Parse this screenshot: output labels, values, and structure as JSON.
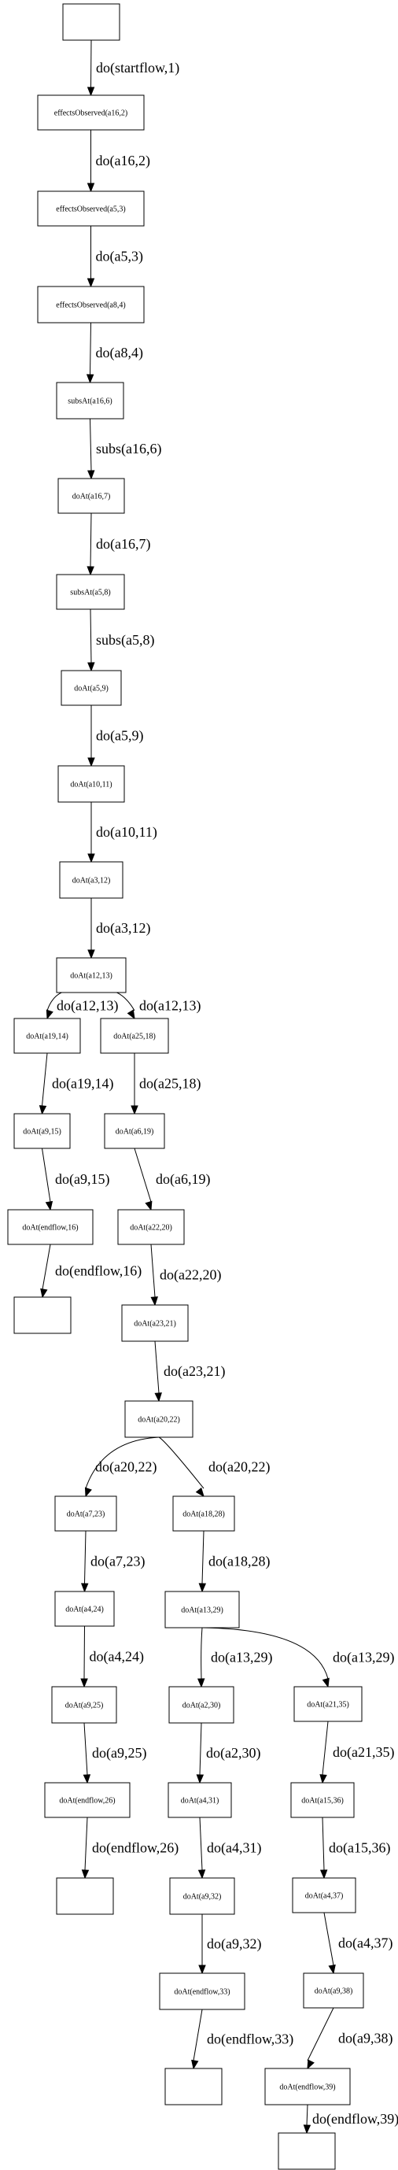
{
  "nodes": [
    {
      "id": "n0",
      "label": ""
    },
    {
      "id": "n1",
      "label": "effectsObserved(a16,2)"
    },
    {
      "id": "n2",
      "label": "effectsObserved(a5,3)"
    },
    {
      "id": "n3",
      "label": "effectsObserved(a8,4)"
    },
    {
      "id": "n4",
      "label": "subsAt(a16,6)"
    },
    {
      "id": "n5",
      "label": "doAt(a16,7)"
    },
    {
      "id": "n6",
      "label": "subsAt(a5,8)"
    },
    {
      "id": "n7",
      "label": "doAt(a5,9)"
    },
    {
      "id": "n8",
      "label": "doAt(a10,11)"
    },
    {
      "id": "n9",
      "label": "doAt(a3,12)"
    },
    {
      "id": "n10",
      "label": "doAt(a12,13)"
    },
    {
      "id": "n11",
      "label": "doAt(a19,14)"
    },
    {
      "id": "n12",
      "label": "doAt(a25,18)"
    },
    {
      "id": "n13",
      "label": "doAt(a9,15)"
    },
    {
      "id": "n14",
      "label": "doAt(a6,19)"
    },
    {
      "id": "n15",
      "label": "doAt(endflow,16)"
    },
    {
      "id": "n16",
      "label": "doAt(a22,20)"
    },
    {
      "id": "n17",
      "label": ""
    },
    {
      "id": "n18",
      "label": "doAt(a23,21)"
    },
    {
      "id": "n19",
      "label": "doAt(a20,22)"
    },
    {
      "id": "n20",
      "label": "doAt(a7,23)"
    },
    {
      "id": "n21",
      "label": "doAt(a18,28)"
    },
    {
      "id": "n22",
      "label": "doAt(a4,24)"
    },
    {
      "id": "n23",
      "label": "doAt(a13,29)"
    },
    {
      "id": "n24",
      "label": "doAt(a9,25)"
    },
    {
      "id": "n25",
      "label": "doAt(a2,30)"
    },
    {
      "id": "n26",
      "label": "doAt(a21,35)"
    },
    {
      "id": "n27",
      "label": "doAt(endflow,26)"
    },
    {
      "id": "n28",
      "label": "doAt(a4,31)"
    },
    {
      "id": "n29",
      "label": "doAt(a15,36)"
    },
    {
      "id": "n30",
      "label": ""
    },
    {
      "id": "n31",
      "label": "doAt(a9,32)"
    },
    {
      "id": "n32",
      "label": "doAt(a4,37)"
    },
    {
      "id": "n33",
      "label": "doAt(endflow,33)"
    },
    {
      "id": "n34",
      "label": "doAt(a9,38)"
    },
    {
      "id": "n35",
      "label": ""
    },
    {
      "id": "n36",
      "label": "doAt(endflow,39)"
    },
    {
      "id": "n37",
      "label": ""
    }
  ],
  "edges": [
    {
      "from": "n0",
      "to": "n1",
      "label": "do(startflow,1)"
    },
    {
      "from": "n1",
      "to": "n2",
      "label": "do(a16,2)"
    },
    {
      "from": "n2",
      "to": "n3",
      "label": "do(a5,3)"
    },
    {
      "from": "n3",
      "to": "n4",
      "label": "do(a8,4)"
    },
    {
      "from": "n4",
      "to": "n5",
      "label": "subs(a16,6)"
    },
    {
      "from": "n5",
      "to": "n6",
      "label": "do(a16,7)"
    },
    {
      "from": "n6",
      "to": "n7",
      "label": "subs(a5,8)"
    },
    {
      "from": "n7",
      "to": "n8",
      "label": "do(a5,9)"
    },
    {
      "from": "n8",
      "to": "n9",
      "label": "do(a10,11)"
    },
    {
      "from": "n9",
      "to": "n10",
      "label": "do(a3,12)"
    },
    {
      "from": "n10",
      "to": "n11",
      "label": "do(a12,13)"
    },
    {
      "from": "n10",
      "to": "n12",
      "label": "do(a12,13)"
    },
    {
      "from": "n11",
      "to": "n13",
      "label": "do(a19,14)"
    },
    {
      "from": "n12",
      "to": "n14",
      "label": "do(a25,18)"
    },
    {
      "from": "n13",
      "to": "n15",
      "label": "do(a9,15)"
    },
    {
      "from": "n14",
      "to": "n16",
      "label": "do(a6,19)"
    },
    {
      "from": "n15",
      "to": "n17",
      "label": "do(endflow,16)"
    },
    {
      "from": "n16",
      "to": "n18",
      "label": "do(a22,20)"
    },
    {
      "from": "n18",
      "to": "n19",
      "label": "do(a23,21)"
    },
    {
      "from": "n19",
      "to": "n20",
      "label": "do(a20,22)"
    },
    {
      "from": "n19",
      "to": "n21",
      "label": "do(a20,22)"
    },
    {
      "from": "n20",
      "to": "n22",
      "label": "do(a7,23)"
    },
    {
      "from": "n21",
      "to": "n23",
      "label": "do(a18,28)"
    },
    {
      "from": "n22",
      "to": "n24",
      "label": "do(a4,24)"
    },
    {
      "from": "n23",
      "to": "n25",
      "label": "do(a13,29)"
    },
    {
      "from": "n23",
      "to": "n26",
      "label": "do(a13,29)"
    },
    {
      "from": "n24",
      "to": "n27",
      "label": "do(a9,25)"
    },
    {
      "from": "n25",
      "to": "n28",
      "label": "do(a2,30)"
    },
    {
      "from": "n26",
      "to": "n29",
      "label": "do(a21,35)"
    },
    {
      "from": "n27",
      "to": "n30",
      "label": "do(endflow,26)"
    },
    {
      "from": "n28",
      "to": "n31",
      "label": "do(a4,31)"
    },
    {
      "from": "n29",
      "to": "n32",
      "label": "do(a15,36)"
    },
    {
      "from": "n31",
      "to": "n33",
      "label": "do(a9,32)"
    },
    {
      "from": "n32",
      "to": "n34",
      "label": "do(a4,37)"
    },
    {
      "from": "n33",
      "to": "n35",
      "label": "do(endflow,33)"
    },
    {
      "from": "n34",
      "to": "n36",
      "label": "do(a9,38)"
    },
    {
      "from": "n36",
      "to": "n37",
      "label": "do(endflow,39)"
    }
  ]
}
